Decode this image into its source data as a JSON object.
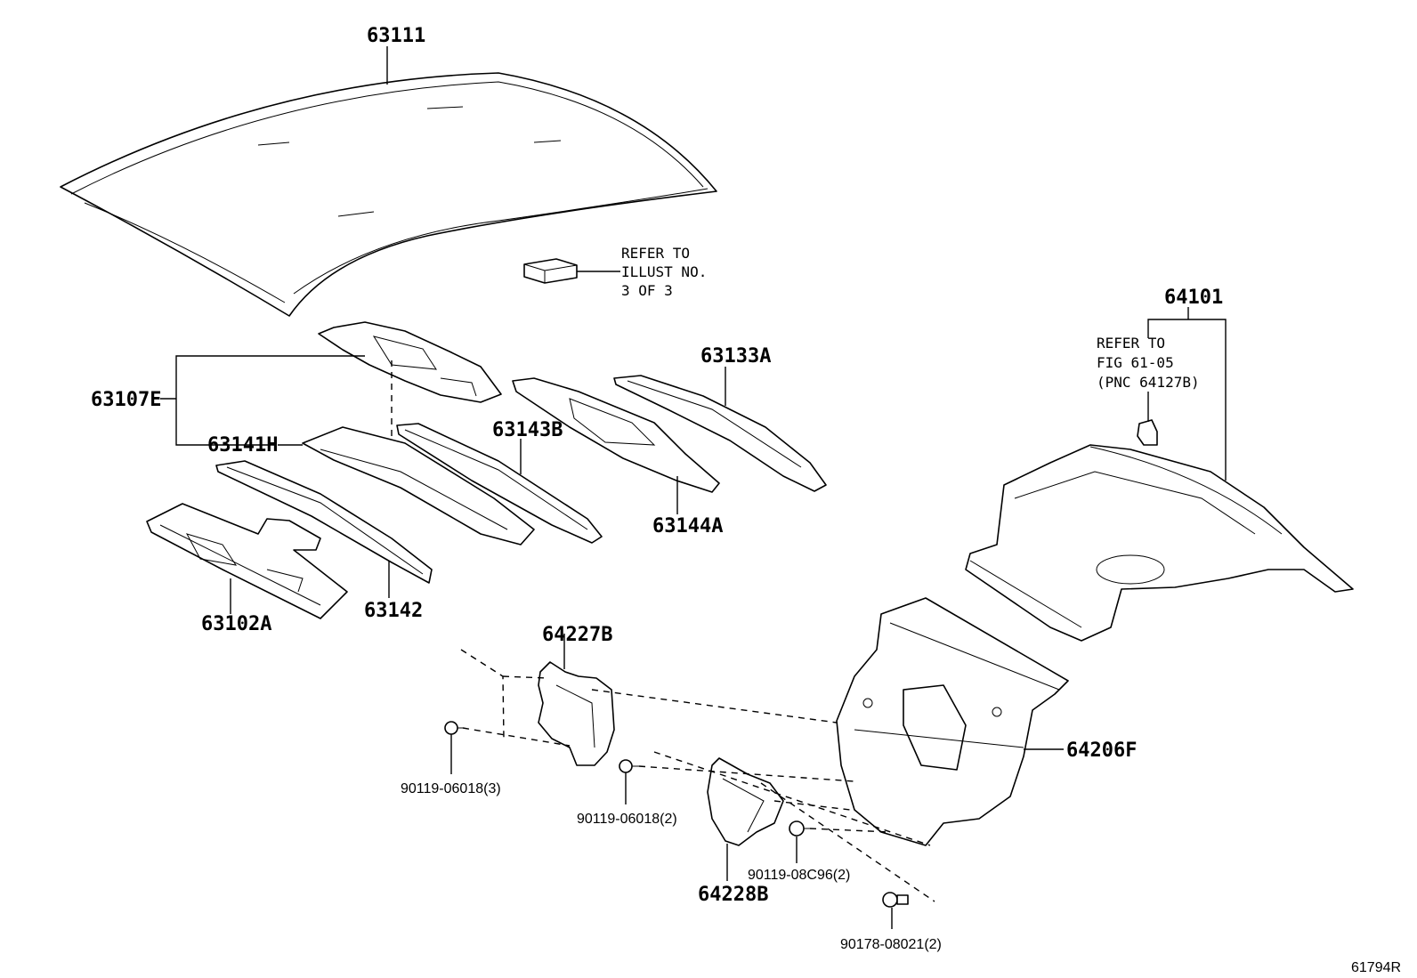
{
  "parts": {
    "p63111": "63111",
    "p64101": "64101",
    "p63107E": "63107E",
    "p63141H": "63141H",
    "p63143B": "63143B",
    "p63133A": "63133A",
    "p63144A": "63144A",
    "p63142": "63142",
    "p63102A": "63102A",
    "p64227B": "64227B",
    "p64206F": "64206F",
    "p64228B": "64228B",
    "b1": "90119-06018(3)",
    "b2": "90119-06018(2)",
    "b3": "90119-08C96(2)",
    "b4": "90178-08021(2)"
  },
  "notes": {
    "illust": [
      "REFER TO",
      "ILLUST NO.",
      "3 OF 3"
    ],
    "fig": [
      "REFER TO",
      "FIG 61-05",
      "(PNC 64127B)"
    ]
  },
  "figure_id": "61794R"
}
